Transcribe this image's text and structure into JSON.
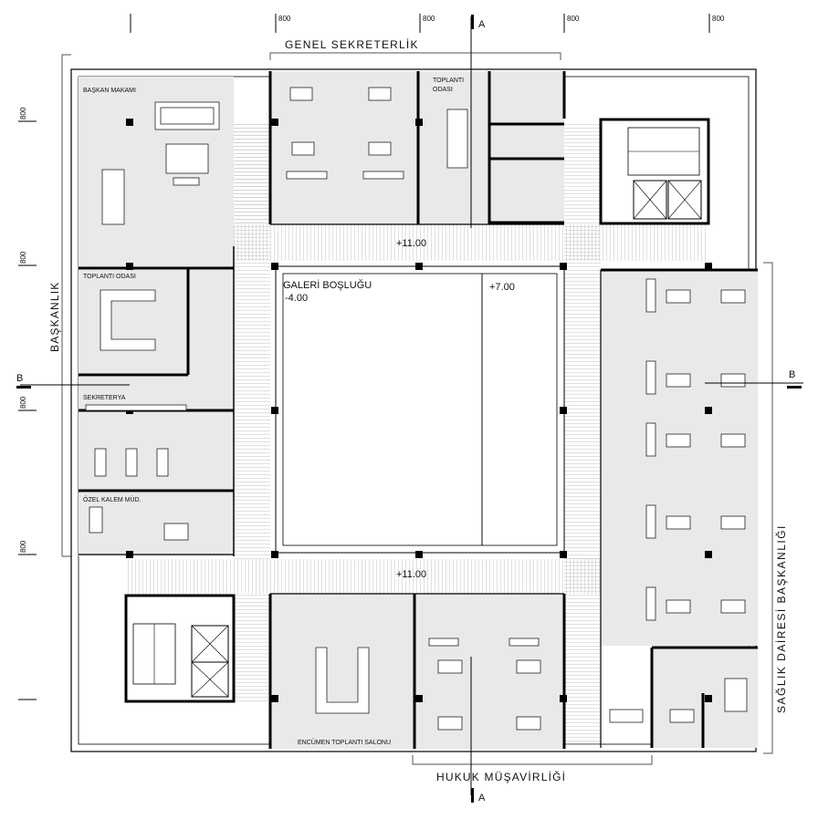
{
  "dimensions": {
    "top": [
      "800",
      "800",
      "800",
      "800"
    ],
    "left": [
      "800",
      "800",
      "800",
      "800"
    ]
  },
  "departments": {
    "top": "GENEL SEKRETERLİK",
    "left": "BAŞKANLIK",
    "right": "SAĞLIK DAİRESİ BAŞKANLIĞI",
    "bottom": "HUKUK MÜŞAVİRLİĞİ"
  },
  "rooms": {
    "baskan_makami": "BAŞKAN MAKAMI",
    "toplanti_odasi_left": "TOPLANTI ODASI",
    "toplanti_odasi_top_1": "TOPLANTI",
    "toplanti_odasi_top_2": "ODASI",
    "sekreterya": "SEKRETERYA",
    "ozel_kalem": "ÖZEL KALEM MÜD.",
    "encumen": "ENCÜMEN  TOPLANTI SALONU",
    "galeri": "GALERİ BOŞLUĞU"
  },
  "levels": {
    "top_corridor": "+11.00",
    "bottom_corridor": "+11.00",
    "galeri": "-4.00",
    "galeri_right": "+7.00"
  },
  "sections": {
    "a_top": "A",
    "a_bottom": "A",
    "b_left": "B",
    "b_right": "B"
  }
}
